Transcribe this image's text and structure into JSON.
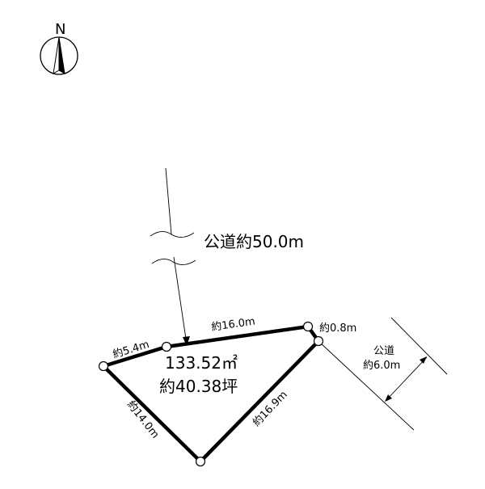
{
  "compass": {
    "label": "N",
    "icon": "north-arrow-icon"
  },
  "road_north": {
    "label": "公道約50.0m"
  },
  "road_east": {
    "line1": "公道",
    "line2": "約6.0m"
  },
  "lot": {
    "area_sqm": "133.52㎡",
    "area_tsubo": "約40.38坪",
    "edges": {
      "top": "約16.0m",
      "top_left": "約5.4m",
      "corner": "約0.8m",
      "bottom_left": "約14.0m",
      "bottom_right": "約16.9m"
    }
  },
  "colors": {
    "line": "#000000",
    "background": "#ffffff"
  }
}
